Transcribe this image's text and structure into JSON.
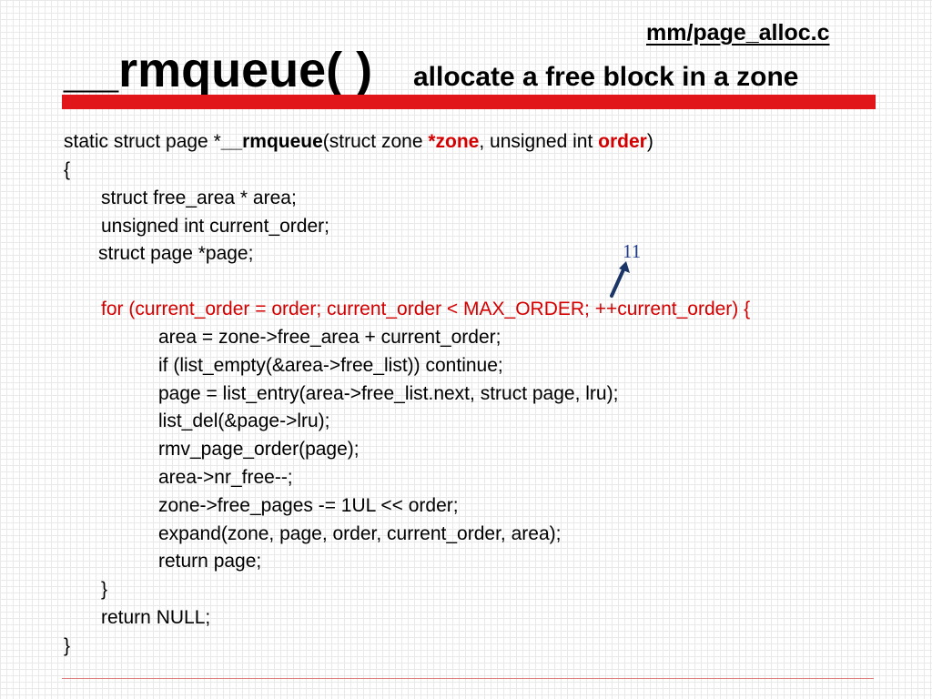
{
  "header": {
    "file": "mm/page_alloc.c",
    "title": "__rmqueue( )",
    "subtitle": "allocate a free block in a zone"
  },
  "code": {
    "sig_prefix": "static struct page *",
    "sig_name": "__rmqueue",
    "sig_mid1": "(struct zone ",
    "sig_zone": "*zone",
    "sig_mid2": ", unsigned int ",
    "sig_order": "order",
    "sig_end": ")",
    "open_brace": "{",
    "line_area": "struct free_area * area;",
    "line_cur": "unsigned int current_order;",
    "line_page": "struct page *page;",
    "line_for": "for (current_order = order; current_order < MAX_ORDER; ++current_order) {",
    "body": [
      "area = zone->free_area + current_order;",
      "if (list_empty(&area->free_list)) continue;",
      "page = list_entry(area->free_list.next, struct page, lru);",
      "list_del(&page->lru);",
      "rmv_page_order(page);",
      "area->nr_free--;",
      "zone->free_pages -= 1UL << order;",
      "expand(zone, page, order, current_order, area);",
      "return page;"
    ],
    "close_inner": "}",
    "return_null": "return NULL;",
    "close_brace": "}"
  },
  "annotation": {
    "value": "11",
    "color": "#1f3b8a"
  },
  "colors": {
    "accent_red": "#e0161b",
    "code_red": "#d40000"
  }
}
